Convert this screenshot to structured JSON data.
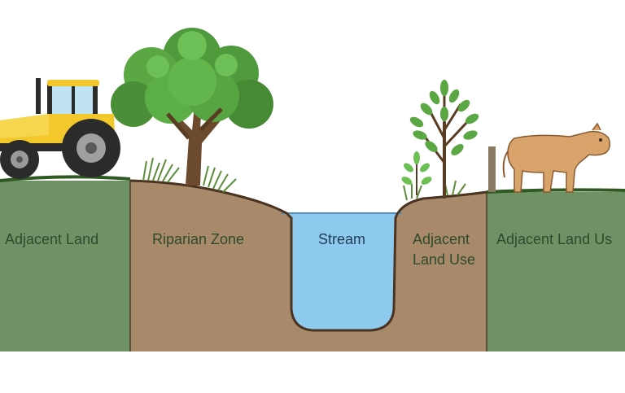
{
  "labels": {
    "adjacent_land_left": "Adjacent Land",
    "riparian_zone": "Riparian Zone",
    "stream": "Stream",
    "adjacent_land_use_line1": "Adjacent",
    "adjacent_land_use_line2": "Land Use",
    "adjacent_land_use_right": "Adjacent Land Us"
  },
  "colors": {
    "grass_field": "#6e9266",
    "soil": "#a88a6b",
    "water": "#8ec9ee",
    "grass_line": "#2e5a22",
    "tractor_yellow": "#f2c82d",
    "cow": "#d9a46b",
    "tree_foliage": "#4f9a3c"
  },
  "icons": {
    "tractor": "tractor-icon",
    "large_tree": "tree-icon",
    "sapling": "sapling-icon",
    "cow": "cow-icon",
    "fence_post": "fence-post-icon"
  }
}
